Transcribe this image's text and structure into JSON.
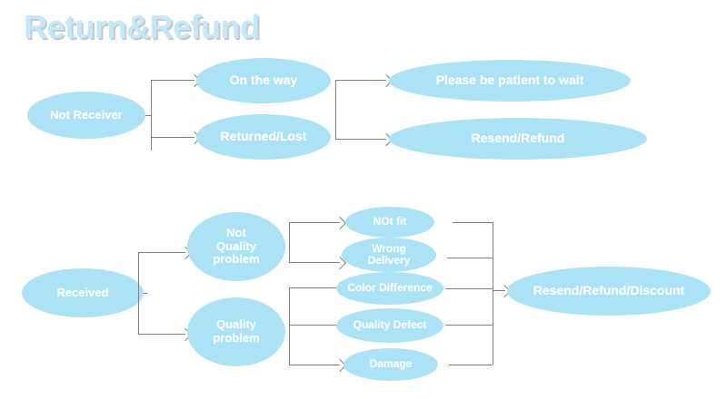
{
  "page": {
    "title": "Return&Refund",
    "background_color": "#ffffff",
    "node_fill_color": "#abe2f5",
    "node_text_color": "#ffffff",
    "title_color": "#c2e9fa",
    "title_shadow_color": "#c9c9c9",
    "connector_color": "#808080"
  },
  "flows": {
    "not_received": {
      "root": "Not Receiver",
      "stage2": [
        "On the way",
        "Returned/Lost"
      ],
      "stage3": [
        "Please be patient to wait",
        "Resend/Refund"
      ]
    },
    "received": {
      "root": "Received",
      "stage2": [
        "Not\nQuality\nproblem",
        "Quality\nproblem"
      ],
      "stage2_lines": {
        "not_quality": [
          "Not",
          "Quality",
          "problem"
        ],
        "quality": [
          "Quality",
          "problem"
        ]
      },
      "reasons_not_quality": [
        "NOt fit",
        "Wrong Delivery"
      ],
      "reasons_not_quality_lines": {
        "wrong_delivery": [
          "Wrong",
          "Delivery"
        ]
      },
      "reasons_quality": [
        "Color Difference",
        "Quality Defect",
        "Damage"
      ],
      "outcome": "Resend/Refund/Discount"
    }
  }
}
